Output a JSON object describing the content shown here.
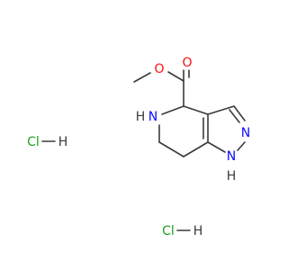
{
  "molecule": {
    "colors": {
      "bond": "#3a3a3a",
      "oxygen": "#ff0d0d",
      "nitrogen": "#0d0dff",
      "halogen": "#1fa01f",
      "hydrogen": "#3a3a3a"
    },
    "atoms": {
      "o_ester": "O",
      "o_carbonyl": "O",
      "nh_ring_n": "N",
      "nh_ring_h": "H",
      "n_pyrazole": "N",
      "nh_pyrazole_n": "N",
      "nh_pyrazole_h": "H"
    },
    "salts": [
      {
        "cl": "Cl",
        "h": "H"
      },
      {
        "cl": "Cl",
        "h": "H"
      }
    ]
  }
}
